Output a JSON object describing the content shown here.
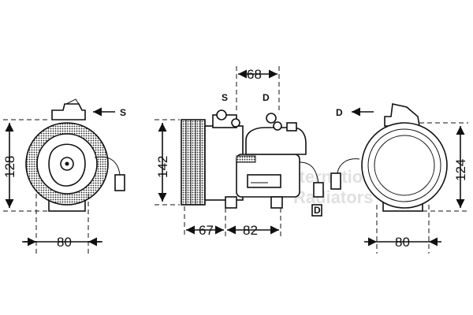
{
  "dimensions": {
    "left_height": "128",
    "left_width": "80",
    "center_height": "142",
    "center_top": "68",
    "center_left": "67",
    "center_right": "82",
    "right_height": "124",
    "right_width": "80"
  },
  "ports": {
    "suction_left": "S",
    "suction_top": "S",
    "discharge_top": "D",
    "discharge_right": "D",
    "discharge_bottom": "D"
  },
  "watermark": {
    "line1": "International",
    "line2": "Radiators"
  },
  "colors": {
    "line": "#111111",
    "watermark": "#c8c8c8"
  }
}
